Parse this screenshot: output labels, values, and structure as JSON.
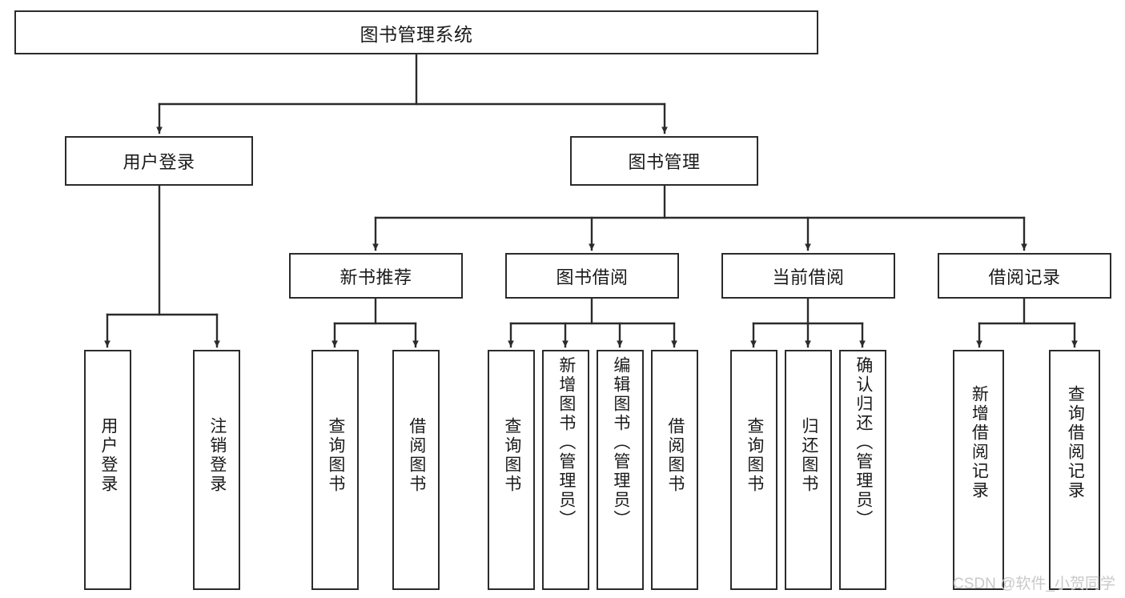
{
  "diagram": {
    "title": "图书管理系统",
    "type": "tree-hierarchy",
    "colors": {
      "box_stroke": "#2b2b2b",
      "box_fill": "#ffffff",
      "connector": "#2b2b2b",
      "text": "#1a1a1a",
      "watermark": "#c9c9c9"
    }
  },
  "nodes": {
    "root": {
      "label": "图书管理系统"
    },
    "level1": [
      {
        "label": "用户登录"
      },
      {
        "label": "图书管理"
      }
    ],
    "level2": [
      {
        "label": "新书推荐"
      },
      {
        "label": "图书借阅"
      },
      {
        "label": "当前借阅"
      },
      {
        "label": "借阅记录"
      }
    ],
    "leaves_user_login": [
      {
        "label": "用户登录"
      },
      {
        "label": "注销登录"
      }
    ],
    "leaves_new_book": [
      {
        "label": "查询图书"
      },
      {
        "label": "借阅图书"
      }
    ],
    "leaves_borrow": [
      {
        "label": "查询图书"
      },
      {
        "label": "新增图书（管理员）"
      },
      {
        "label": "编辑图书（管理员）"
      },
      {
        "label": "借阅图书"
      }
    ],
    "leaves_current": [
      {
        "label": "查询图书"
      },
      {
        "label": "归还图书"
      },
      {
        "label": "确认归还（管理员）"
      }
    ],
    "leaves_records": [
      {
        "label": "新增借阅记录"
      },
      {
        "label": "查询借阅记录"
      }
    ]
  },
  "watermark": {
    "text": "CSDN @软件_小贺同学"
  }
}
